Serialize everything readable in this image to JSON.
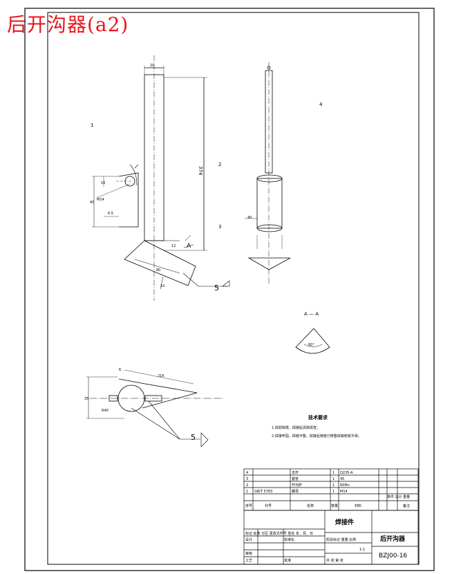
{
  "title": "后开沟器(a2)",
  "balloons": {
    "b1": "1",
    "b2": "2",
    "b3": "3",
    "b4": "4"
  },
  "section": {
    "label": "A — A",
    "angle": "60°"
  },
  "weld_symbols": {
    "upper": "5",
    "lower": "5"
  },
  "dimensions": {
    "width_top": "20",
    "height_main": "374",
    "d16": "16",
    "d40": "40",
    "m14": "M14",
    "d6_5": "6.5",
    "angle_a": "A",
    "d12": "12",
    "d80": "80",
    "d_rod": "40",
    "d_bottom": "10",
    "plan_r": "R40",
    "plan_216": "216",
    "plan_35": "35",
    "plan_6": "6"
  },
  "notes": {
    "title": "技术要求",
    "items": [
      "1.焊前除锈，焊接后清除焊渣；",
      "2.焊接牢固，焊缝平整，焊接后用锉刀修整焊缝使其平滑。"
    ]
  },
  "parts": [
    {
      "no": "4",
      "code": "",
      "name": "支杆",
      "qty": "1",
      "material": "Q235-A"
    },
    {
      "no": "3",
      "code": "",
      "name": "套管",
      "qty": "1",
      "material": "45"
    },
    {
      "no": "2",
      "code": "",
      "name": "开沟铲",
      "qty": "1",
      "material": "65Mn"
    },
    {
      "no": "1",
      "code": "GB/T 5783",
      "name": "螺母",
      "qty": "1",
      "material": "M14"
    }
  ],
  "parts_header": {
    "no": "序号",
    "code": "代号",
    "name": "名称",
    "qty": "数量",
    "material": "材料",
    "weight": "单件 总计 重量",
    "remark": "备注"
  },
  "title_block": {
    "part_name": "焊接件",
    "product_name": "后开沟器",
    "drawing_no": "BZJ00-16",
    "design": "设计",
    "check": "审核",
    "craft": "工艺",
    "standard": "标准化",
    "approve": "批准",
    "revision_marks": "标记 处数 分区 更改文件号 签名 年、月、日",
    "stage": "阶段标记 重量 比例",
    "scale": "1:1",
    "sheets": "共 张  第 张"
  },
  "colors": {
    "heading": "#e8141b",
    "line": "#000000"
  }
}
